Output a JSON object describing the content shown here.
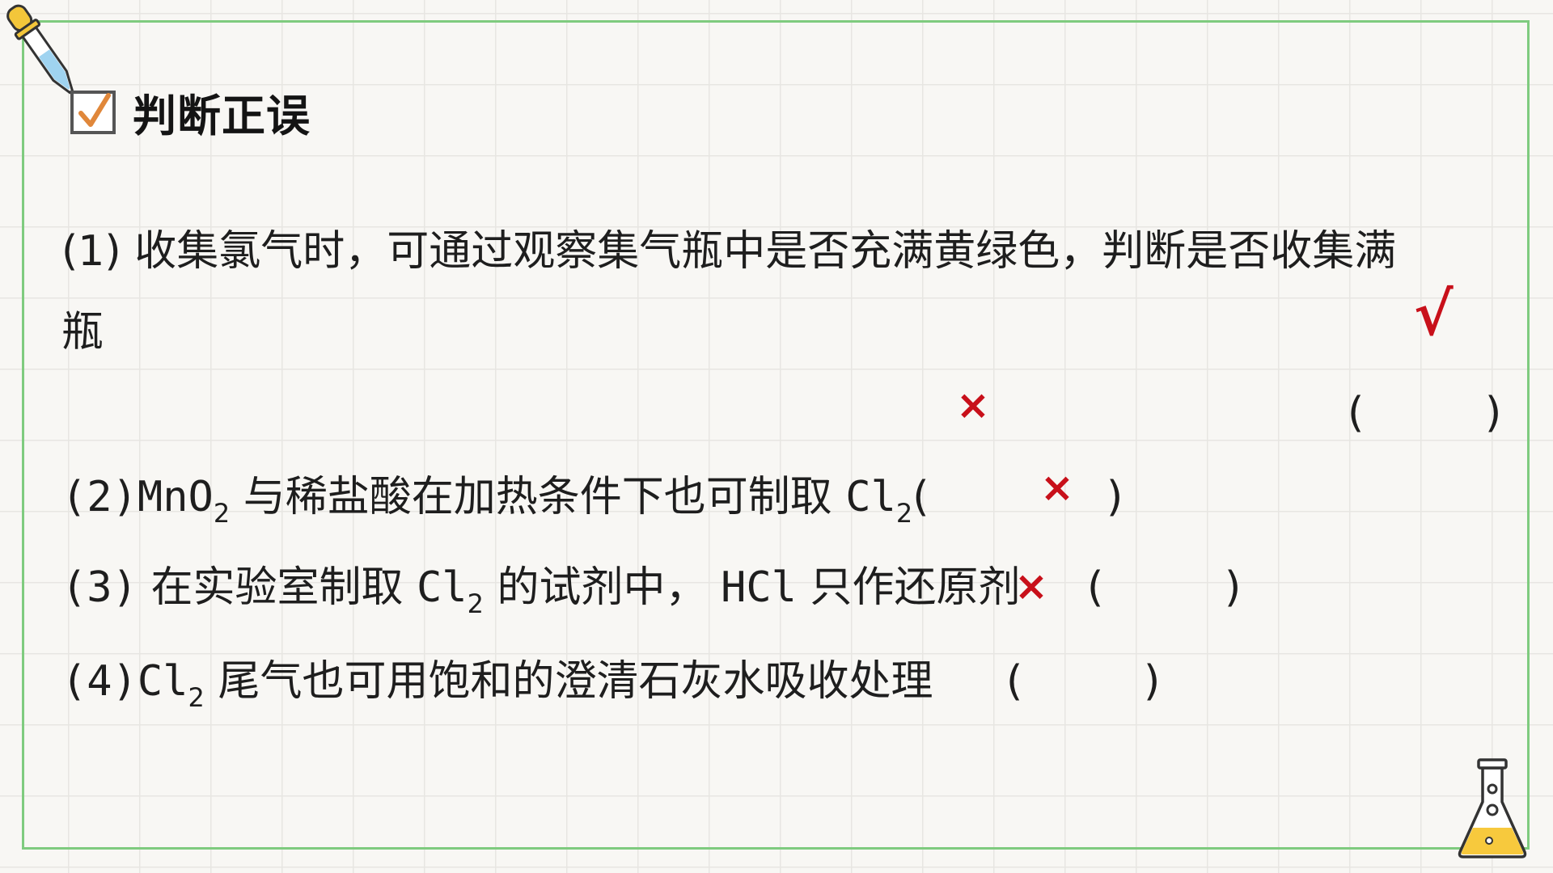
{
  "heading": {
    "title": "判断正误",
    "icon": "checkbox-checked-icon"
  },
  "questions": {
    "q1": {
      "line1": "(1) 收集氯气时，可通过观察集气瓶中是否充满黄绿色，判断是否收集满",
      "line2": "瓶",
      "paren_open": "(",
      "paren_close": ")"
    },
    "q2": {
      "num": "(2)",
      "mno2": "MnO",
      "mno2_sub": "2",
      "text": "与稀盐酸在加热条件下也可制取",
      "cl2": "Cl",
      "cl2_sub": "2",
      "paren_open": "(",
      "paren_close": ")"
    },
    "q3": {
      "num": "(3)",
      "text1": "在实验室制取",
      "cl2": "Cl",
      "cl2_sub": "2",
      "text2": "的试剂中，",
      "hcl": "HCl",
      "text3": "只作还原剂",
      "paren_open": "(",
      "paren_close": ")"
    },
    "q4": {
      "num": "(4)",
      "cl2": "Cl",
      "cl2_sub": "2",
      "text": "尾气也可用饱和的澄清石灰水吸收处理",
      "paren_open": "(",
      "paren_close": ")"
    }
  },
  "marks": {
    "check": "√",
    "cross_a": "×",
    "cross_b": "×",
    "cross_c": "×"
  },
  "colors": {
    "frame": "#7fcb7f",
    "mark": "#c8101a",
    "grid": "#e7e6e2",
    "background": "#f8f7f4"
  }
}
